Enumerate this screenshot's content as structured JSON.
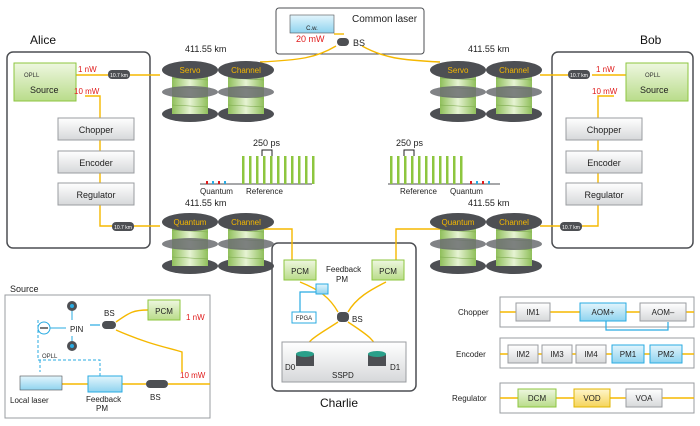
{
  "parties": {
    "alice": "Alice",
    "bob": "Bob",
    "charlie": "Charlie"
  },
  "common_laser": {
    "label": "Common laser",
    "power": "20 mW",
    "ce": "C.w."
  },
  "labels": {
    "bs": "BS",
    "opll": "OPLL",
    "source": "Source",
    "chopper": "Chopper",
    "encoder": "Encoder",
    "regulator": "Regulator",
    "servo": "Servo",
    "channel": "Channel",
    "quantum": "Quantum",
    "reference": "Reference",
    "pcm": "PCM",
    "feedback_pm": "Feedback PM",
    "fpga": "FPGA",
    "d0": "D0",
    "d1": "D1",
    "sspd": "SSPD",
    "pin": "PIN",
    "local_laser": "Local laser",
    "feedback": "Feedback",
    "pm": "PM"
  },
  "values": {
    "spool_length": "411.55 km",
    "attenuator": "10.7 km",
    "pulse_width": "250 ps",
    "one_nw": "1 nW",
    "ten_mw": "10 mW"
  },
  "legend": {
    "chopper_row": {
      "label": "Chopper",
      "items": [
        "IM1",
        "AOM+",
        "AOM–"
      ]
    },
    "encoder_row": {
      "label": "Encoder",
      "items": [
        "IM2",
        "IM3",
        "IM4",
        "PM1",
        "PM2"
      ]
    },
    "regulator_row": {
      "label": "Regulator",
      "items": [
        "DCM",
        "VOD",
        "VOA"
      ]
    }
  },
  "colors": {
    "fiber": "#f5b800",
    "green": "#8dc63f",
    "blue": "#29abe2",
    "power_red": "#e01b1b",
    "spool_dark": "#4d4f53",
    "box_gray": "#d8d9db"
  }
}
